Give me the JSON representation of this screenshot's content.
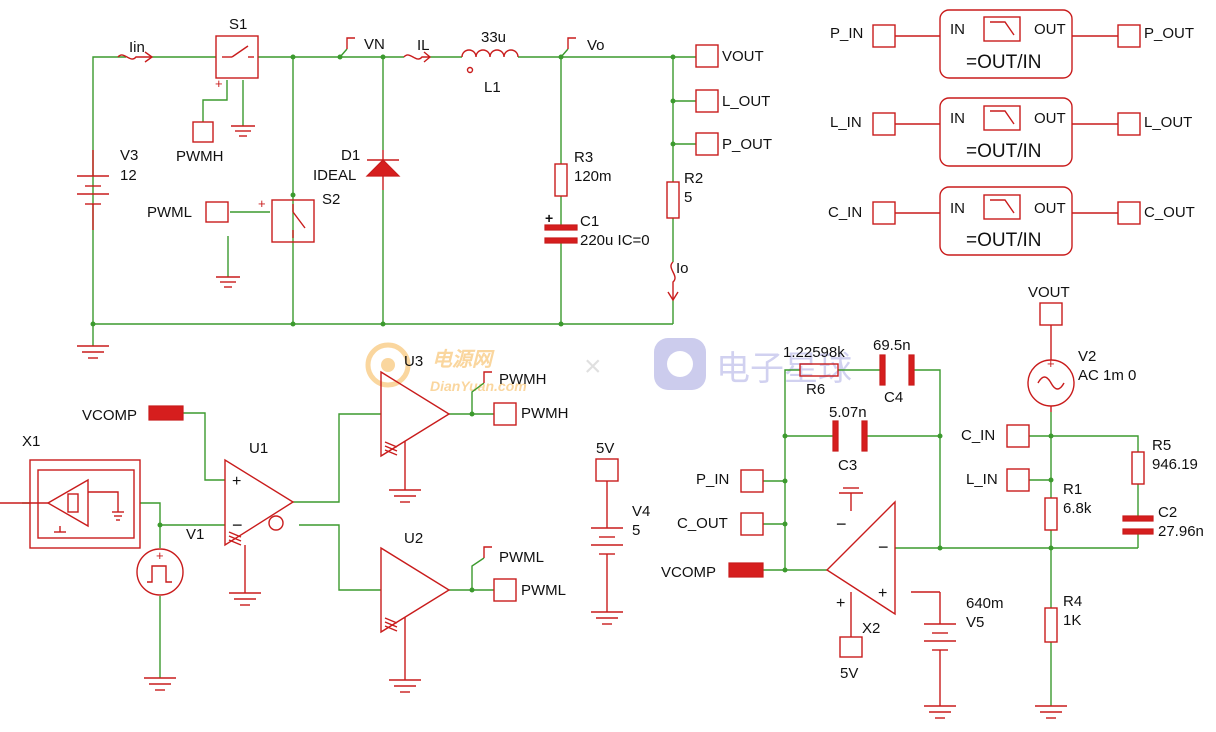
{
  "schematic": {
    "sources": {
      "v3_name": "V3",
      "v3_value": "12",
      "v4_name": "V4",
      "v4_value": "5",
      "v5_name": "V5",
      "v5_value": "640m",
      "v2_name": "V2",
      "v2_value": "AC 1m 0",
      "v1_name": "V1",
      "v4_top_label": "5V"
    },
    "switches": {
      "s1": "S1",
      "s2": "S2"
    },
    "diode": {
      "name": "D1",
      "model": "IDEAL"
    },
    "inductor": {
      "name": "L1",
      "value": "33u"
    },
    "resistors": [
      {
        "name": "R3",
        "value": "120m"
      },
      {
        "name": "R2",
        "value": "5"
      },
      {
        "name": "R6",
        "value": "1.22598k"
      },
      {
        "name": "R5",
        "value": "946.19"
      },
      {
        "name": "R1",
        "value": "6.8k"
      },
      {
        "name": "R4",
        "value": "1K"
      }
    ],
    "capacitors": [
      {
        "name": "C1",
        "value": "220u IC=0"
      },
      {
        "name": "C4",
        "value": "69.5n"
      },
      {
        "name": "C3",
        "value": "5.07n"
      },
      {
        "name": "C2",
        "value": "27.96n"
      }
    ],
    "current_probes": {
      "lin": "Iin",
      "il": "IL",
      "io": "Io"
    },
    "voltage_probes": {
      "vn": "VN",
      "vo": "Vo",
      "pwmh": "PWMH",
      "pwml": "PWML"
    },
    "ports": {
      "vout": "VOUT",
      "l_out": "L_OUT",
      "p_out": "P_OUT",
      "pwmh_in": "PWMH",
      "pwml_in": "PWML",
      "pwmh_out": "PWMH",
      "pwml_out": "PWML",
      "vcomp_u1": "VCOMP",
      "vcomp_x2": "VCOMP",
      "v4_5v": "5V",
      "x2_5v": "5V",
      "vout_v2": "VOUT",
      "p_in_left": "P_IN",
      "c_out_left": "C_OUT",
      "c_in_right": "C_IN",
      "l_in_right": "L_IN"
    },
    "amplifiers": {
      "u1": "U1",
      "u2": "U2",
      "u3": "U3",
      "x1": "X1",
      "x2": "X2"
    },
    "math_blocks": [
      {
        "in_port": "P_IN",
        "out_port": "P_OUT",
        "in_label": "IN",
        "out_label": "OUT",
        "formula": "=OUT/IN"
      },
      {
        "in_port": "L_IN",
        "out_port": "L_OUT",
        "in_label": "IN",
        "out_label": "OUT",
        "formula": "=OUT/IN"
      },
      {
        "in_port": "C_IN",
        "out_port": "C_OUT",
        "in_label": "IN",
        "out_label": "OUT",
        "formula": "=OUT/IN"
      }
    ],
    "watermark": {
      "logo1_cn": "电源网",
      "logo1_en": "DianYuan.com",
      "separator": "×",
      "logo2_cn": "电子星球"
    }
  },
  "colors": {
    "wire": "#3c9a2e",
    "component": "#c91c1c",
    "fill": "#d61e1e"
  }
}
